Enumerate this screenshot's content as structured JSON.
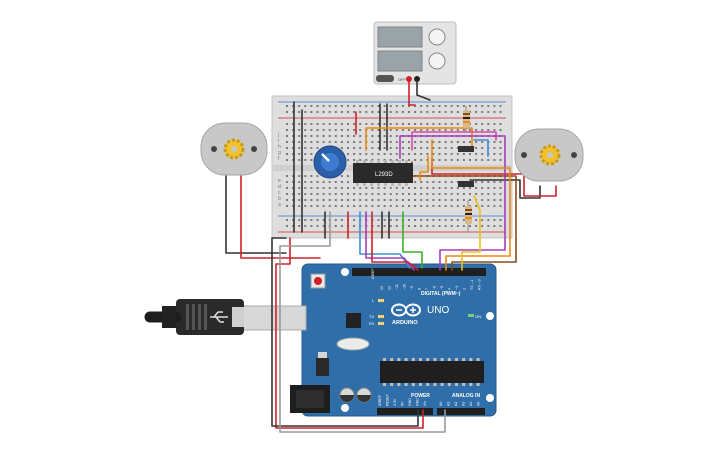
{
  "power_supply": {
    "off_label": "OFF"
  },
  "ic": {
    "label": "L293D"
  },
  "arduino": {
    "brand": "ARDUINO",
    "model": "UNO",
    "digital_label": "DIGITAL (PWM~)",
    "power_label": "POWER",
    "analog_label": "ANALOG IN",
    "on_label": "ON",
    "l_label": "L",
    "tx_label": "TX",
    "rx_label": "RX",
    "aref_label": "AREF",
    "gnd_label": "GND",
    "digital_pins": [
      "13",
      "12",
      "~11",
      "~10",
      "~9",
      "8",
      "7",
      "~6",
      "~5",
      "4",
      "~3",
      "2",
      "TX→1",
      "RX←0"
    ],
    "power_pins": [
      "IOREF",
      "RESET",
      "3.3V",
      "5V",
      "GND",
      "GND",
      "Vin"
    ],
    "analog_pins": [
      "A0",
      "A1",
      "A2",
      "A3",
      "A4",
      "A5"
    ]
  },
  "breadboard": {
    "row_letters_top": [
      "j",
      "i",
      "h",
      "g",
      "f"
    ],
    "row_letters_bottom": [
      "e",
      "d",
      "c",
      "b",
      "a"
    ]
  },
  "colors": {
    "arduino": "#2f6ea8",
    "breadboard": "#dcdcdc",
    "motor": "#c8c8c8",
    "gear": "#f2c12e",
    "pot": "#2b5fa8",
    "ic": "#2a2a2a",
    "wire_red": "#d0202a",
    "wire_black": "#333333",
    "wire_orange": "#e88a12",
    "wire_purple": "#a53bb8",
    "wire_green": "#3fae2a",
    "wire_blue": "#3a8fd6",
    "wire_yellow": "#e8c21a",
    "wire_gray": "#9a9a9a",
    "wire_brown": "#8b4a1a",
    "wire_pink": "#d64ca8"
  }
}
